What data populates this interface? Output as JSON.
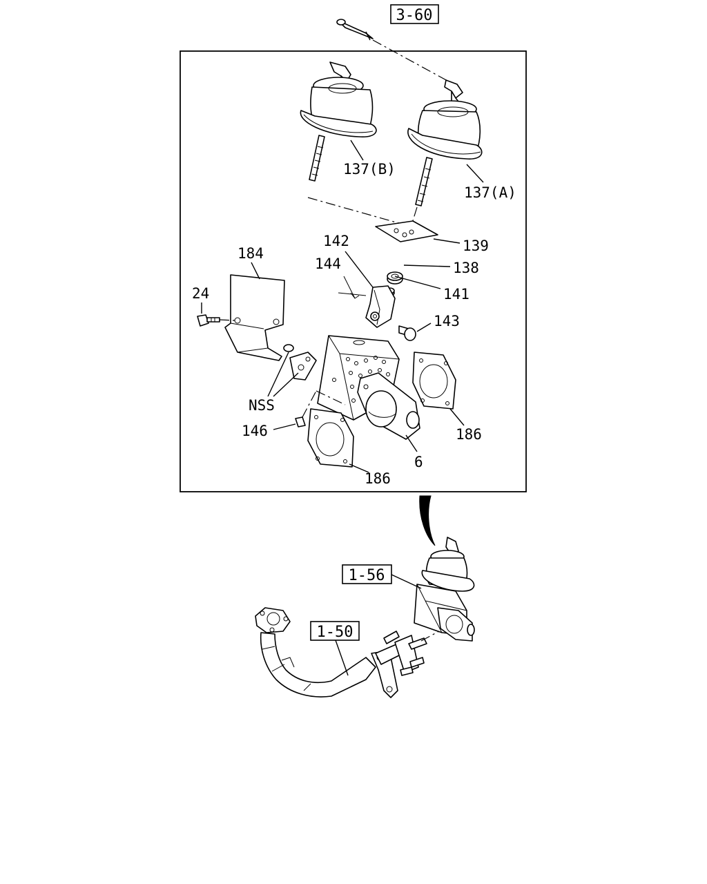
{
  "references": {
    "top": "3-60",
    "middle": "1-56",
    "bottom": "1-50"
  },
  "callouts": {
    "c137b": "137(B)",
    "c137a": "137(A)",
    "c139": "139",
    "c142": "142",
    "c144": "144",
    "c138": "138",
    "c141": "141",
    "c143": "143",
    "c184": "184",
    "c24": "24",
    "nss": "NSS",
    "c146": "146",
    "c186_right": "186",
    "c186_bottom": "186",
    "c6": "6"
  }
}
